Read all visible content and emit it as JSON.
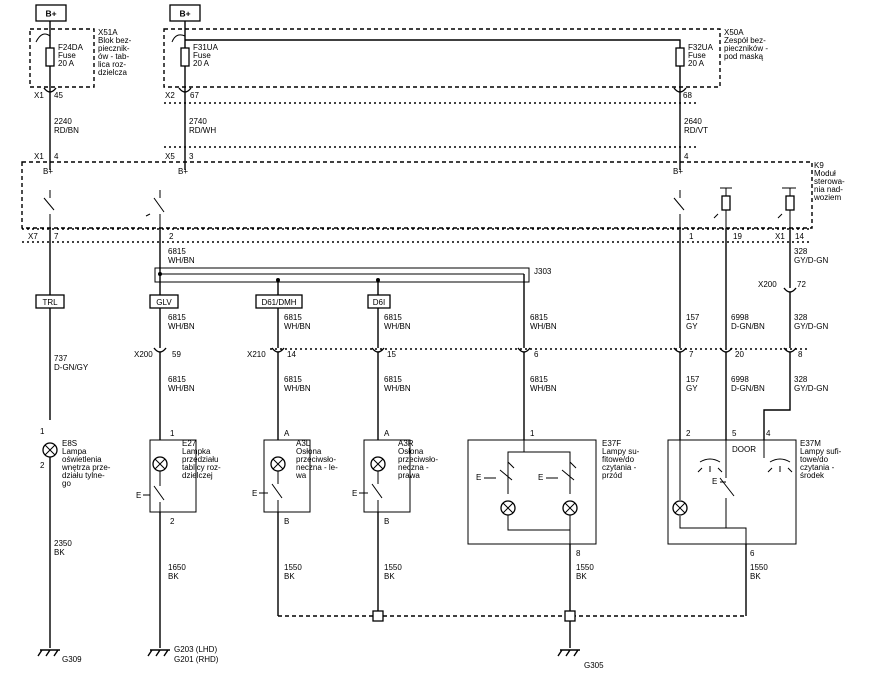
{
  "power": {
    "b1": "B+",
    "b2": "B+"
  },
  "x51a": {
    "fuse_id": "F24DA",
    "fuse_word": "Fuse",
    "fuse_rating": "20 A",
    "module_id": "X51A",
    "desc1": "Blok bez-",
    "desc2": "piecznik-",
    "desc3": "ów - tab-",
    "desc4": "lica roz-",
    "desc5": "dzielcza",
    "conn": "X1",
    "pin": "45"
  },
  "x50a": {
    "fuse1_id": "F31UA",
    "fuse1_word": "Fuse",
    "fuse1_rating": "20 A",
    "fuse2_id": "F32UA",
    "fuse2_word": "Fuse",
    "fuse2_rating": "20 A",
    "module_id": "X50A",
    "desc1": "Zespół bez-",
    "desc2": "pieczników -",
    "desc3": "pod maską",
    "conn": "X2",
    "pin1": "67",
    "pin2": "68"
  },
  "wires_top": [
    {
      "num": "2240",
      "color": "RD/BN"
    },
    {
      "num": "2740",
      "color": "RD/WH"
    },
    {
      "num": "2640",
      "color": "RD/VT"
    }
  ],
  "k9": {
    "id": "K9",
    "desc1": "Moduł",
    "desc2": "sterowa-",
    "desc3": "nia nad-",
    "desc4": "woziem",
    "x1": "X1",
    "x1_pin": "4",
    "x5": "X5",
    "x5_pin": "3",
    "pin4": "4",
    "bplus1": "B+",
    "bplus2": "B+",
    "bplus3": "B+",
    "x7": "X7",
    "x7_pin": "7",
    "pin2": "2",
    "pin1": "1",
    "pin19": "19",
    "x1b": "X1",
    "x1b_pin": "14"
  },
  "splice": {
    "id": "J303",
    "top_num": "6815",
    "top_color": "WH/BN"
  },
  "options": {
    "trl": "TRL",
    "glv": "GLV",
    "d61dmh": "D61/DMH",
    "d6i": "D6I"
  },
  "x200": {
    "conn": "X200",
    "pin72": "72",
    "pin59": "59"
  },
  "x210": {
    "conn": "X210",
    "p14": "14",
    "p15": "15",
    "p6": "6",
    "p7": "7",
    "p20": "20",
    "p8": "8"
  },
  "wires_mid": {
    "w737": "737",
    "w737c": "D-GN/GY",
    "w6815": "6815",
    "wwhbn": "WH/BN",
    "w157": "157",
    "wgy": "GY",
    "w6998": "6998",
    "w6998c": "D-GN/BN",
    "w328": "328",
    "w328c": "GY/D-GN"
  },
  "e8s": {
    "id": "E8S",
    "d1": "Lampa",
    "d2": "oświetlenia",
    "d3": "wnętrza prze-",
    "d4": "działu tylne-",
    "d5": "go",
    "p1": "1",
    "p2": "2"
  },
  "e27": {
    "id": "E27",
    "d1": "Lampka",
    "d2": "przedziału",
    "d3": "tablicy roz-",
    "d4": "dzielczej",
    "p1": "1",
    "p2": "2"
  },
  "a3l": {
    "id": "A3L",
    "d1": "Osłona",
    "d2": "przeciwsło-",
    "d3": "neczna - le-",
    "d4": "wa",
    "pa": "A",
    "pb": "B"
  },
  "a3r": {
    "id": "A3R",
    "d1": "Osłona",
    "d2": "przeciwsło-",
    "d3": "neczna -",
    "d4": "prawa",
    "pa": "A",
    "pb": "B"
  },
  "e37f": {
    "id": "E37F",
    "d1": "Lampy su-",
    "d2": "fitowe/do",
    "d3": "czytania -",
    "d4": "przód",
    "p1": "1",
    "p8": "8"
  },
  "e37m": {
    "id": "E37M",
    "d1": "Lampy sufi-",
    "d2": "towe/do",
    "d3": "czytania -",
    "d4": "środek",
    "p2": "2",
    "p5": "5",
    "p4": "4",
    "p6": "6",
    "door": "DOOR"
  },
  "wires_bot": {
    "w2350": "2350",
    "w1650": "1650",
    "w1550": "1550",
    "bk": "BK"
  },
  "grounds": {
    "g309": "G309",
    "g203": "G203 (LHD)",
    "g201": "G201 (RHD)",
    "g305": "G305"
  }
}
